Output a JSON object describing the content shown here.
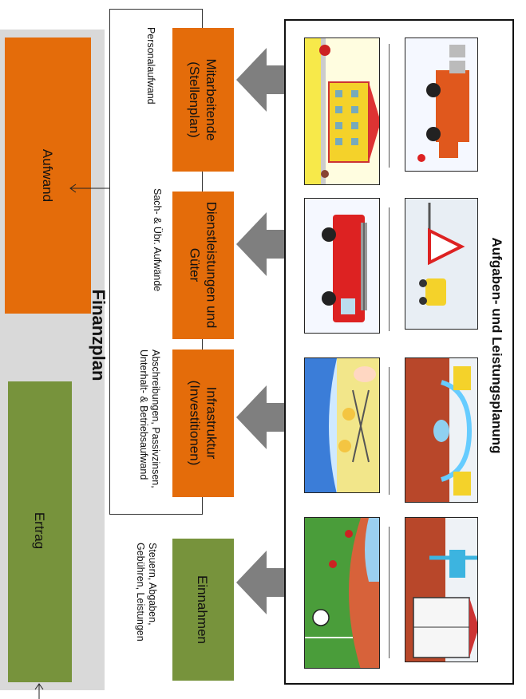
{
  "planning_title": "Aufgaben- und Leistungsplanung",
  "finanzplan_title": "Finanzplan",
  "categories": [
    {
      "label": "Mitarbeitende (Stellenplan)",
      "note": "Personalaufwand"
    },
    {
      "label": "Dienstleistungen und Güter",
      "note": "Sach- & Übr. Aufwände"
    },
    {
      "label": "Infrastruktur (Investitionen)",
      "note": "Abschreibungen, Passivzinsen, Unterhalt- & Betriebsaufwand"
    },
    {
      "label": "Einnahmen",
      "note": "Steuern, Abgaben, Gebühren, Leistungen"
    }
  ],
  "finanzplan": {
    "aufwand_label": "Aufwand",
    "ertrag_label": "Ertrag"
  },
  "colors": {
    "orange": "#e46c0a",
    "green": "#77933c",
    "gray_band": "#d9d9d9",
    "arrow_gray": "#7f7f7f"
  },
  "illustrations": [
    "school-building-illustration",
    "garbage-truck-illustration",
    "fire-truck-illustration",
    "traffic-sign-illustration",
    "playground-illustration",
    "water-fountain-illustration",
    "sports-field-illustration",
    "house-water-supply-illustration"
  ]
}
